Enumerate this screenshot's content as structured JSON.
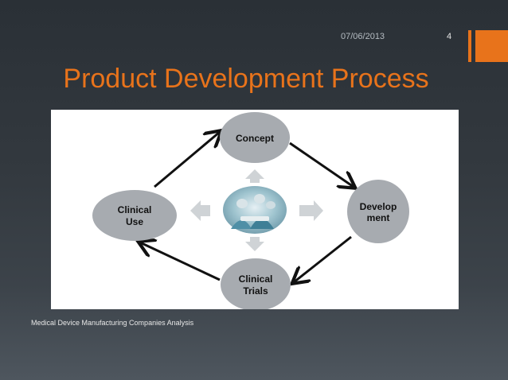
{
  "slide": {
    "date": "07/06/2013",
    "page_number": "4",
    "title": "Product Development Process",
    "footer": "Medical Device Manufacturing Companies Analysis"
  },
  "diagram": {
    "nodes": {
      "concept": {
        "line1": "Concept",
        "line2": ""
      },
      "development": {
        "line1": "Develop",
        "line2": "ment"
      },
      "clinical_trials": {
        "line1": "Clinical",
        "line2": "Trials"
      },
      "clinical_use": {
        "line1": "Clinical",
        "line2": "Use"
      }
    },
    "center_image": "surgeons-photo"
  },
  "colors": {
    "accent": "#e8731b",
    "node_fill": "#a7abb0",
    "arrow": "#111111",
    "hub_arrow": "#cfd3d6"
  }
}
